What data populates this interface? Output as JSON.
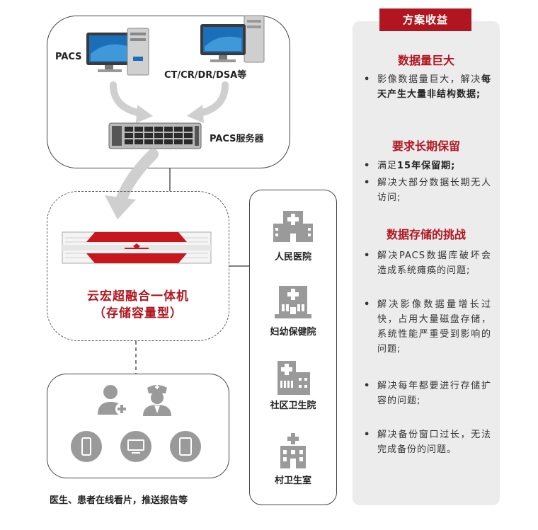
{
  "diagram": {
    "pacs_label": "PACS",
    "modality_label": "CT/CR/DR/DSA等",
    "server_label": "PACS服务器",
    "appliance_title_line1": "云宏超融合一体机",
    "appliance_title_line2": "（存储容量型）",
    "bottom_caption": "医生、患者在线看片，推送报告等",
    "hospitals": [
      "人民医院",
      "妇幼保健院",
      "社区卫生院",
      "村卫生室"
    ]
  },
  "panel": {
    "heading": "方案收益",
    "sections": [
      {
        "title": "数据量巨大",
        "items": [
          {
            "pre": "影像数据量巨大，解决",
            "bold": "每天产生大量非结构数据;",
            "post": ""
          }
        ]
      },
      {
        "title": "要求长期保留",
        "items": [
          {
            "pre": "满足",
            "bold": "15年保留期;",
            "post": ""
          },
          {
            "pre": "解决大部分数据长期无人访问;",
            "bold": "",
            "post": ""
          }
        ]
      },
      {
        "title": "数据存储的挑战",
        "items": [
          {
            "pre": "解决PACS数据库破坏会造成系统瘫痪的问题;",
            "bold": "",
            "post": ""
          },
          {
            "pre": "解决影像数据量增长过快，占用大量磁盘存储，系统性能严重受到影响的问题;",
            "bold": "",
            "post": ""
          },
          {
            "pre": "解决每年都要进行存储扩容的问题;",
            "bold": "",
            "post": ""
          },
          {
            "pre": "解决备份窗口过长，无法完成备份的问题。",
            "bold": "",
            "post": ""
          }
        ]
      }
    ]
  },
  "colors": {
    "accent": "#b1151f",
    "panel_bg": "#ececec",
    "icon_gray": "#9a9a9a"
  },
  "icons": [
    "desktop-computer-icon",
    "workstation-icon",
    "rack-server-icon",
    "appliance-icon",
    "doctor-icon",
    "patient-icon",
    "phone-icon",
    "monitor-icon",
    "tablet-icon",
    "hospital-building-icon"
  ]
}
